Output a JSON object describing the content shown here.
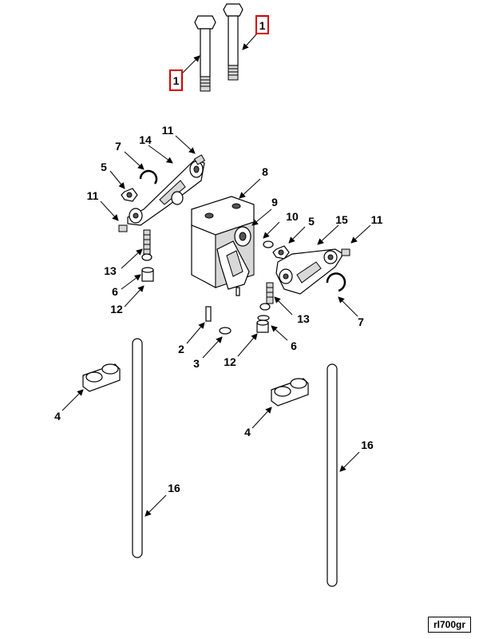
{
  "colors": {
    "highlight": "#d40000",
    "ink": "#000000"
  },
  "labels": {
    "top_right_bolt": "1",
    "top_left_bolt": "1",
    "l_11_top": "11",
    "l_7_left": "7",
    "l_14": "14",
    "l_5_left": "5",
    "l_11_left": "11",
    "l_8": "8",
    "l_9": "9",
    "l_10": "10",
    "l_5_right": "5",
    "l_15": "15",
    "l_11_right": "11",
    "l_13_left": "13",
    "l_6_left": "6",
    "l_12_left": "12",
    "l_13_right": "13",
    "l_7_right": "7",
    "l_2": "2",
    "l_6_right": "6",
    "l_3": "3",
    "l_12_right": "12",
    "l_4_left": "4",
    "l_4_right": "4",
    "l_16_right": "16",
    "l_16_left": "16"
  },
  "reference_code": "rl700gr"
}
